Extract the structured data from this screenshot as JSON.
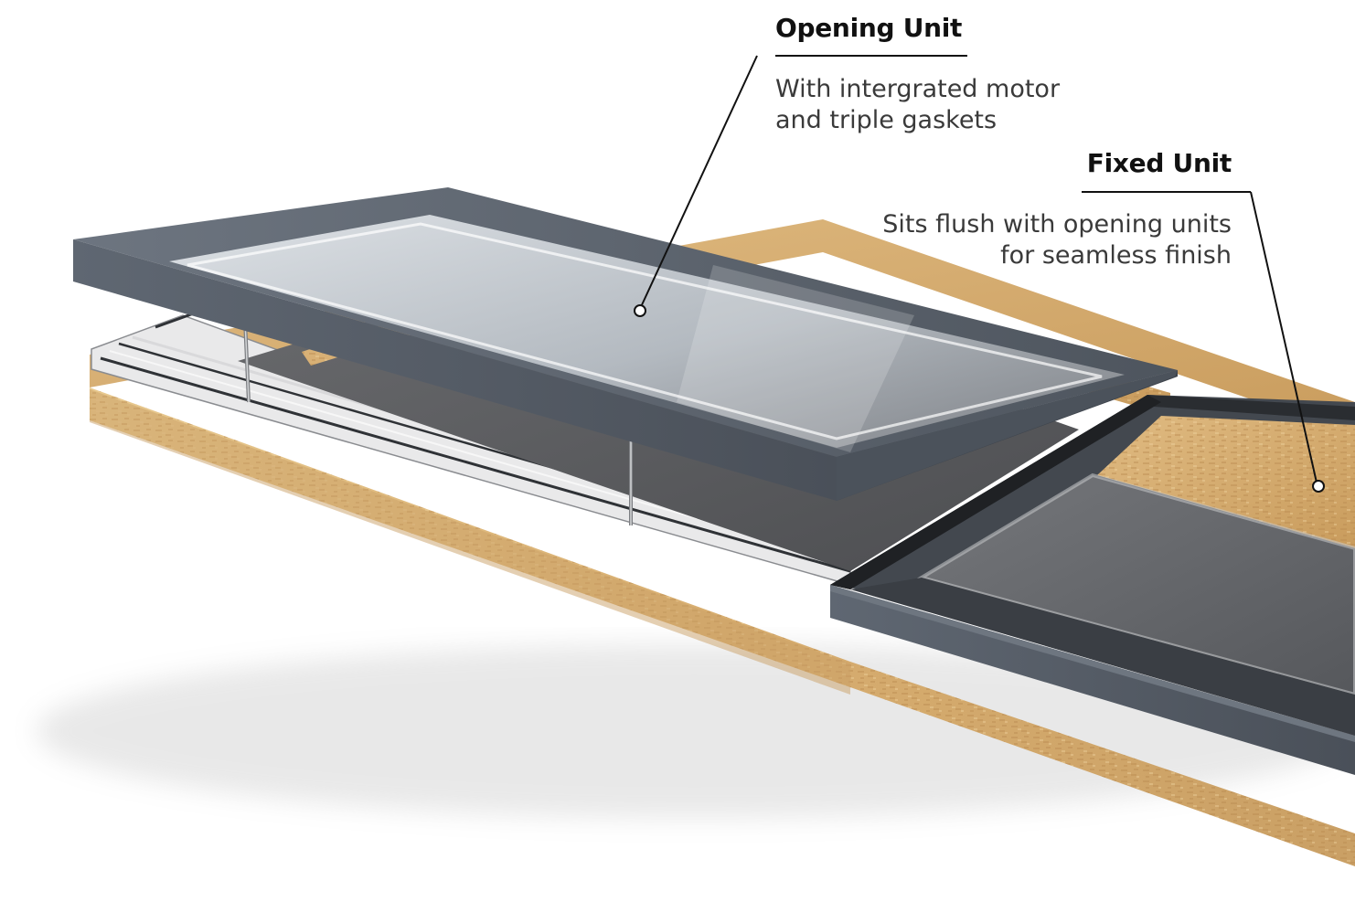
{
  "callouts": {
    "opening_unit": {
      "title": "Opening Unit",
      "description_lines": [
        "With intergrated motor",
        "and triple gaskets"
      ]
    },
    "fixed_unit": {
      "title": "Fixed Unit",
      "description_lines": [
        "Sits flush with opening units",
        "for seamless finish"
      ]
    }
  },
  "colors": {
    "frame_grey": "#5d6672",
    "frame_dark": "#3b4048",
    "osb_wood": "#d9b27a",
    "glass": "#cfd6dc",
    "interior_dark": "#5c5d60",
    "leader_line": "#111111"
  }
}
